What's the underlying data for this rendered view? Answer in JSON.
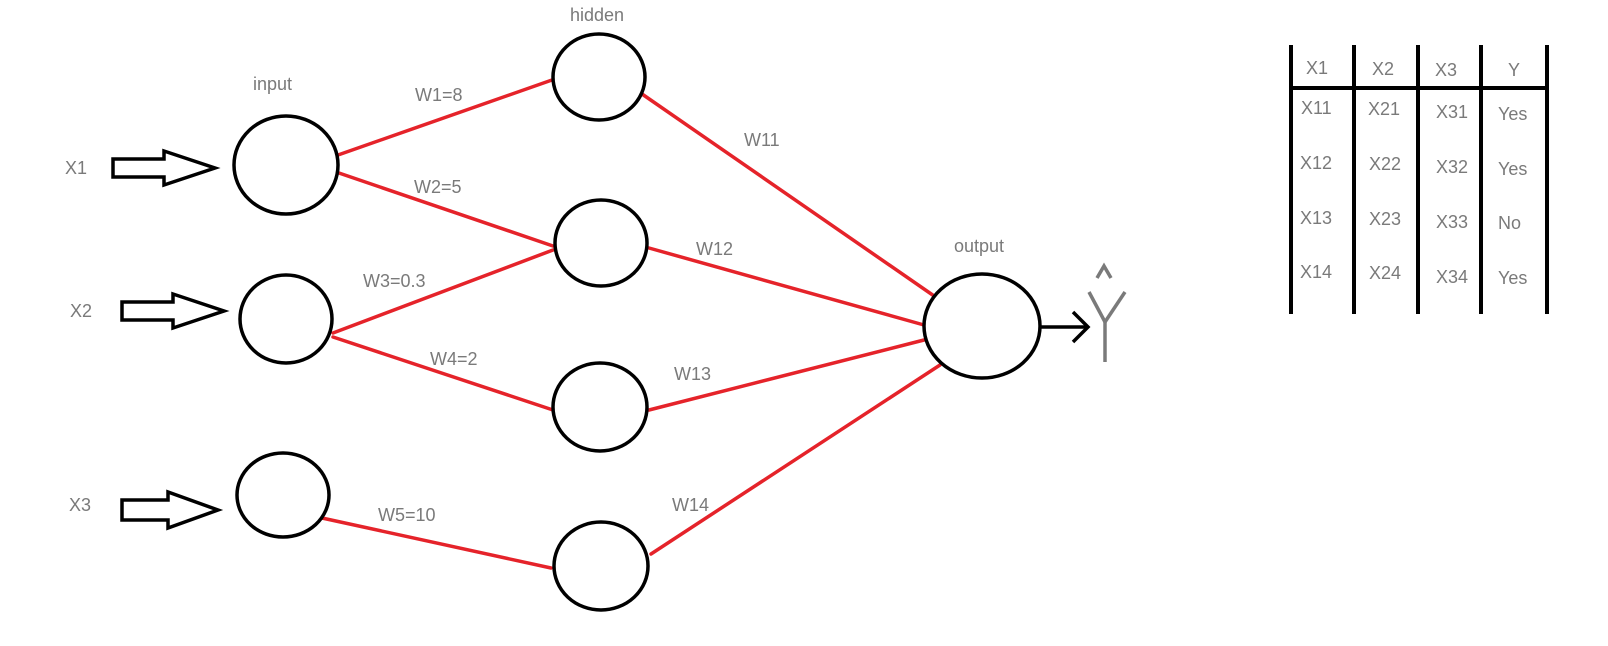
{
  "diagram": {
    "layer_labels": {
      "input": "input",
      "hidden": "hidden",
      "output": "output"
    },
    "inputs": [
      "X1",
      "X2",
      "X3"
    ],
    "weights": {
      "w1": "W1=8",
      "w2": "W2=5",
      "w3": "W3=0.3",
      "w4": "W4=2",
      "w5": "W5=10",
      "w11": "W11",
      "w12": "W12",
      "w13": "W13",
      "w14": "W14"
    },
    "output_symbol": "Y",
    "output_hat": "^",
    "colors": {
      "edge": "#e5232a",
      "node_stroke": "#000000",
      "label": "#7a7a7a"
    }
  },
  "table": {
    "headers": [
      "X1",
      "X2",
      "X3",
      "Y"
    ],
    "rows": [
      [
        "X11",
        "X21",
        "X31",
        "Yes"
      ],
      [
        "X12",
        "X22",
        "X32",
        "Yes"
      ],
      [
        "X13",
        "X23",
        "X33",
        "No"
      ],
      [
        "X14",
        "X24",
        "X34",
        "Yes"
      ]
    ]
  }
}
